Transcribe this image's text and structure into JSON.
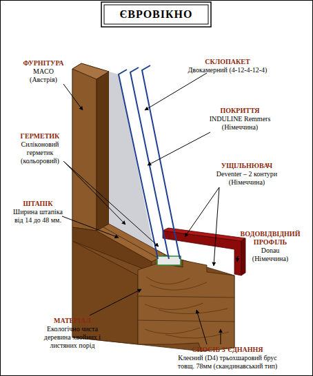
{
  "diagram": {
    "title": "ЄВРОВІКНО",
    "labels": [
      "ФУРНІТУРА",
      "MACO (Австрія)",
      "СКЛОПАКЕТ",
      "Двокамерний (4-12-4-12-4)",
      "ПОКРИТТЯ",
      "INDULINE Remmers (Німеччина)",
      "ГЕРМЕТИК",
      "Силіконовий герметик (кольоровий)",
      "УЩІЛЬНЮВАЧ",
      "Deventer – 2 контури (Німеччина)",
      "ШТАПІК",
      "Ширина штапіка від 14 до 48 мм.",
      "ВОДОВІДВІДНИЙ ПРОФІЛЬ",
      "Donau (Німеччина)",
      "МАТЕРІАЛ",
      "Екологічно чиста деревина хвойних і листяних порід",
      "СПОСІБ З’ЄДНАННЯ",
      "Клеєний (D4) трьохшаровий брус товщ. 78мм (скандинавський тип)"
    ]
  }
}
